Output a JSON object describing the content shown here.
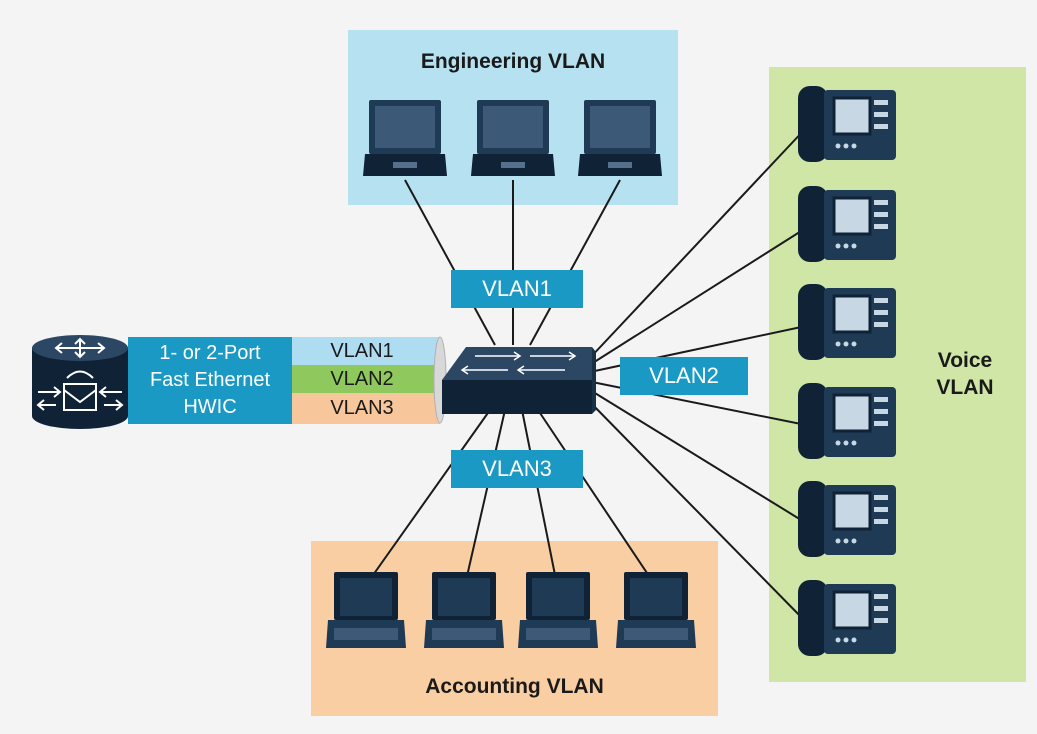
{
  "zones": {
    "engineering": {
      "title": "Engineering VLAN",
      "color": "#b5e1f0"
    },
    "accounting": {
      "title": "Accounting VLAN",
      "color": "#f9cea3"
    },
    "voice": {
      "title_line1": "Voice",
      "title_line2": "VLAN",
      "color": "#cfe6a7"
    }
  },
  "vlan_labels": {
    "upper": "VLAN1",
    "right": "VLAN2",
    "lower": "VLAN3",
    "color": "#1b99c5"
  },
  "hwic": {
    "line1": "1- or 2-Port",
    "line2": "Fast Ethernet",
    "line3": "HWIC",
    "color": "#1b99c5"
  },
  "trunk_bands": [
    {
      "label": "VLAN1",
      "color": "#aedcf0"
    },
    {
      "label": "VLAN2",
      "color": "#8fc95e"
    },
    {
      "label": "VLAN3",
      "color": "#f7c69a"
    }
  ],
  "icons": {
    "router": "router-icon",
    "switch": "switch-icon",
    "laptop": "laptop-icon",
    "phone": "ip-phone-icon"
  }
}
